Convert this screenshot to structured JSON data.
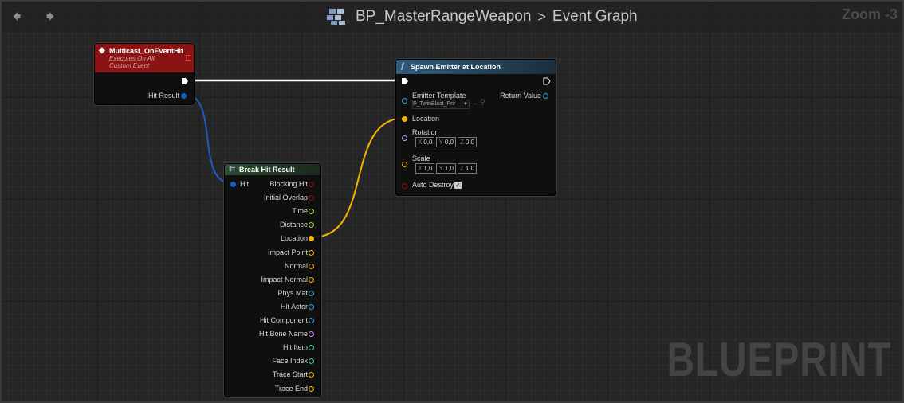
{
  "topbar": {
    "back_icon": "back-arrow-icon",
    "forward_icon": "forward-arrow-icon",
    "blueprint_icon": "blueprint-grid-icon",
    "blueprint_name": "BP_MasterRangeWeapon",
    "separator": ">",
    "graph_name": "Event Graph",
    "zoom": "Zoom -3"
  },
  "watermark": "BLUEPRINT",
  "colors": {
    "event_header": "#8a1414",
    "function_header": "#2a4f6a",
    "struct_header": "#25402a",
    "exec_wire": "#ffffff",
    "struct_wire": "#1a5fc2",
    "vector_wire": "#f5b400",
    "float_pin": "#9be05a",
    "object_pin": "#36a3d9",
    "bool_pin": "#930e0e",
    "name_pin": "#c58cf0",
    "int_pin": "#2ad4a8",
    "rotator_pin": "#9fb5ff"
  },
  "event_node": {
    "title": "Multicast_OnEventHit",
    "subtitle_1": "Executes On All",
    "subtitle_2": "Custom Event",
    "output_pin": "Hit Result"
  },
  "spawn_node": {
    "title": "Spawn Emitter at Location",
    "emitter_label": "Emitter Template",
    "emitter_value": "P_TwinBlast_Prir",
    "return_label": "Return Value",
    "location_label": "Location",
    "rotation_label": "Rotation",
    "rotation": {
      "x": "0,0",
      "y": "0,0",
      "z": "0,0"
    },
    "scale_label": "Scale",
    "scale": {
      "x": "1,0",
      "y": "1,0",
      "z": "1,0"
    },
    "auto_destroy_label": "Auto Destroy",
    "auto_destroy": true
  },
  "break_node": {
    "title": "Break Hit Result",
    "input_pin": "Hit",
    "outputs": [
      {
        "label": "Blocking Hit",
        "type": "bool"
      },
      {
        "label": "Initial Overlap",
        "type": "bool"
      },
      {
        "label": "Time",
        "type": "float"
      },
      {
        "label": "Distance",
        "type": "float"
      },
      {
        "label": "Location",
        "type": "vector"
      },
      {
        "label": "Impact Point",
        "type": "vector"
      },
      {
        "label": "Normal",
        "type": "vector"
      },
      {
        "label": "Impact Normal",
        "type": "vector"
      },
      {
        "label": "Phys Mat",
        "type": "object"
      },
      {
        "label": "Hit Actor",
        "type": "object"
      },
      {
        "label": "Hit Component",
        "type": "object"
      },
      {
        "label": "Hit Bone Name",
        "type": "name"
      },
      {
        "label": "Hit Item",
        "type": "int"
      },
      {
        "label": "Face Index",
        "type": "int"
      },
      {
        "label": "Trace Start",
        "type": "vector"
      },
      {
        "label": "Trace End",
        "type": "vector"
      }
    ]
  }
}
